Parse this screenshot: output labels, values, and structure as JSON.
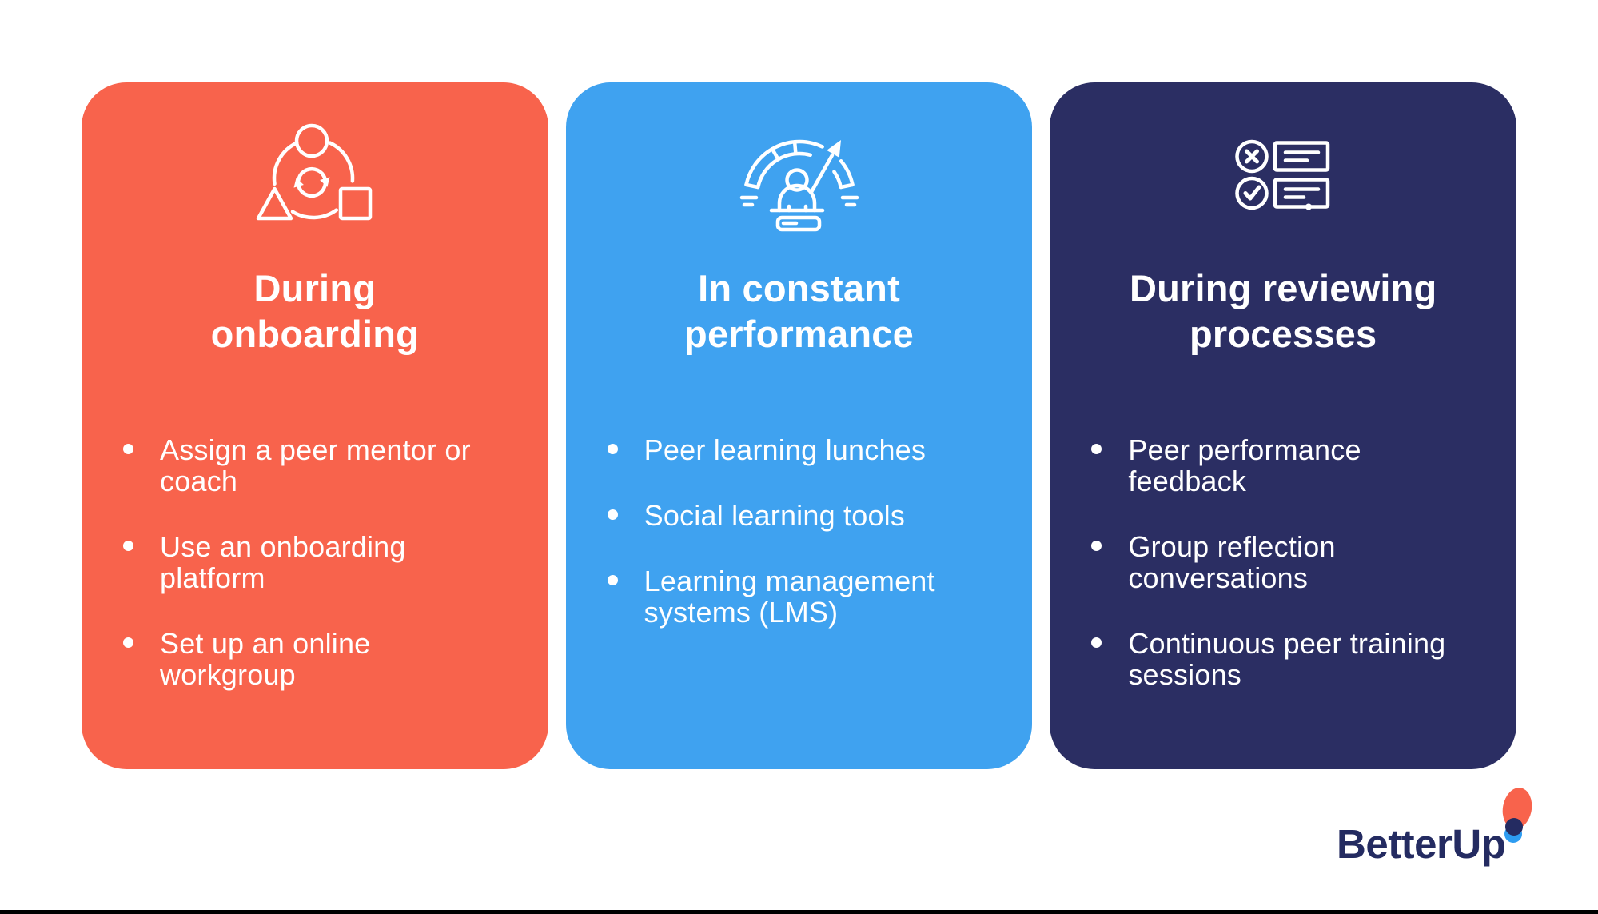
{
  "page": {
    "background_color": "#FFFFFF",
    "bottom_rule_color": "#000000"
  },
  "cards": [
    {
      "icon": "cycle-shapes-icon",
      "color": "#F8634C",
      "title": "During onboarding",
      "title_lines": [
        "During",
        "onboarding"
      ],
      "bullets": [
        "Assign a peer mentor or coach",
        "Use an onboarding platform",
        "Set up an online workgroup"
      ]
    },
    {
      "icon": "performance-gauge-icon",
      "color": "#3FA2F0",
      "title": "In constant performance",
      "title_lines": [
        "In constant",
        "performance"
      ],
      "bullets": [
        "Peer learning lunches",
        "Social learning tools",
        "Learning management systems (LMS)"
      ]
    },
    {
      "icon": "review-checklist-icon",
      "color": "#2B2E63",
      "title": "During reviewing processes",
      "title_lines": [
        "During reviewing",
        "processes"
      ],
      "bullets": [
        "Peer performance feedback",
        "Group reflection conversations",
        "Continuous peer training sessions"
      ]
    }
  ],
  "logo": {
    "text": "BetterUp",
    "text_color": "#242B61",
    "mark_colors": {
      "flame": "#F8634C",
      "dot": "#242B61",
      "circle": "#2D9CF1"
    }
  }
}
